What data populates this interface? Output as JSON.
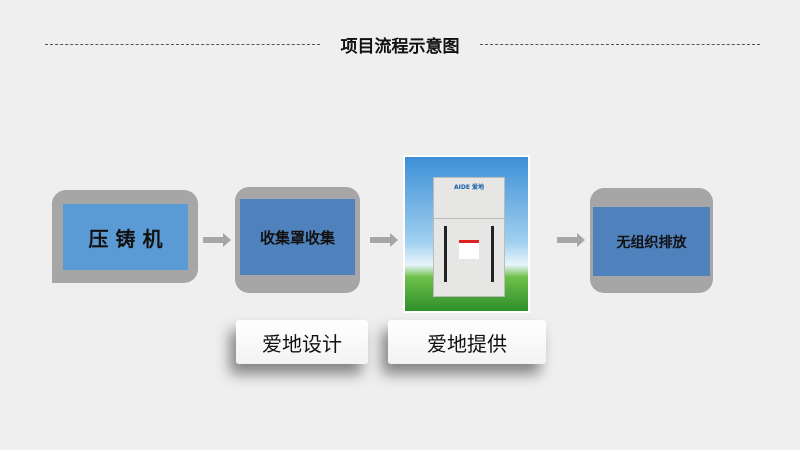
{
  "title": "项目流程示意图",
  "steps": [
    {
      "label": "压 铸 机"
    },
    {
      "label": "收集罩收集"
    },
    {
      "label": "无组织排放"
    }
  ],
  "product": {
    "brand": "AIDE 爱地"
  },
  "tags": {
    "design": "爱地设计",
    "provide": "爱地提供"
  },
  "colors": {
    "box_frame": "#a6a6a6",
    "blue_light": "#5b9bd5",
    "blue_dark": "#4f81bd"
  }
}
